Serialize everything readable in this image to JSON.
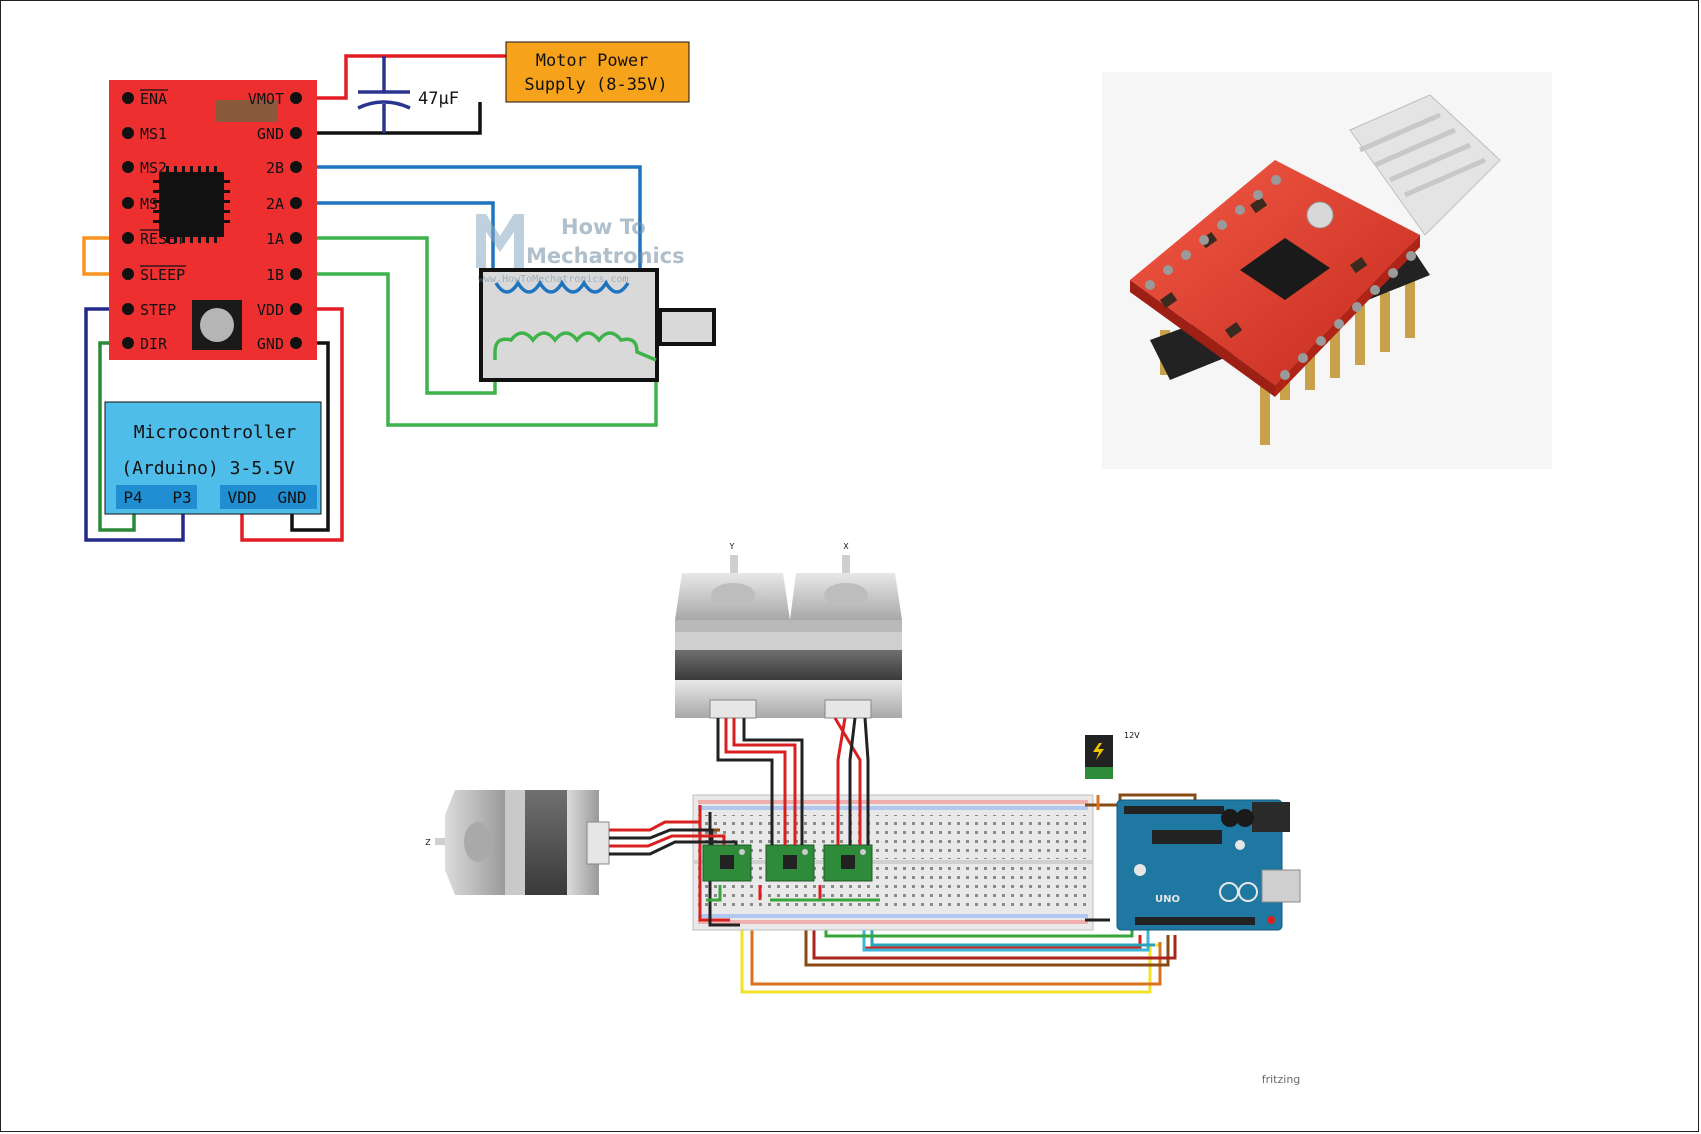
{
  "driver": {
    "pins_left": [
      "ENA",
      "MS1",
      "MS2",
      "MS3",
      "RESET",
      "SLEEP",
      "STEP",
      "DIR"
    ],
    "pins_right": [
      "VMOT",
      "GND",
      "2B",
      "2A",
      "1A",
      "1B",
      "VDD",
      "GND"
    ]
  },
  "capacitor": {
    "label": "47µF"
  },
  "power_supply": {
    "line1": "Motor Power",
    "line2": "Supply (8-35V)"
  },
  "mcu": {
    "line1": "Microcontroller",
    "line2": "(Arduino) 3-5.5V",
    "pins": [
      "P4",
      "P3",
      "VDD",
      "GND"
    ]
  },
  "watermark": {
    "line1": "How To",
    "line2": "Mechatronics",
    "url": "www.HowToMechatronics.com"
  },
  "breadboard": {
    "motor_y": "Y",
    "motor_x": "X",
    "motor_z": "Z",
    "jack": "12V",
    "arduino": "UNO",
    "credit": "fritzing"
  },
  "colors": {
    "driver_red": "#ee2f2f",
    "supply_orange": "#f7a21b",
    "mcu_blue": "#4fbde9",
    "wire_blue": "#1f74c0",
    "wire_green": "#3db34a",
    "wire_red": "#e21d24",
    "arduino_teal": "#1f78a2"
  }
}
